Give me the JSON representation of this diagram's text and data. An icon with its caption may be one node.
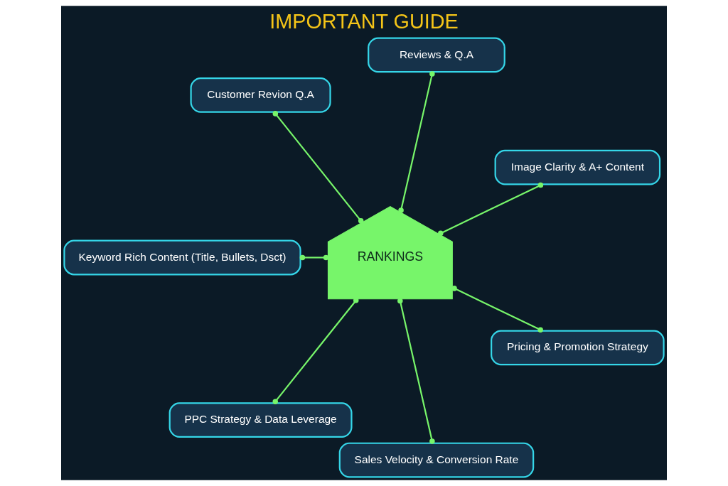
{
  "diagram": {
    "title": "IMPORTANT GUIDE",
    "nodes": [
      {
        "text": [
          "RANKINGS"
        ]
      },
      {
        "text": [
          "Image Clarity & A+ Content"
        ]
      },
      {
        "text": [
          "Reviews & Q.A"
        ]
      },
      {
        "text": [
          "Customer Revion Q.A"
        ]
      },
      {
        "text": [
          "Keyword Rich Content (Title, Bullets, Dsct)"
        ]
      },
      {
        "text": [
          "PPC Strategy & Data Leverage"
        ]
      },
      {
        "text": [
          "Sales Velocity & Conversion Rate"
        ]
      },
      {
        "text": [
          "Pricing & Promotion Strategy"
        ]
      }
    ],
    "edges": [
      {
        "from": 0,
        "to": 1,
        "arrow": "other"
      },
      {
        "from": 0,
        "to": 2,
        "arrow": "other"
      },
      {
        "from": 0,
        "to": 3,
        "arrow": "other"
      },
      {
        "from": 0,
        "to": 4,
        "arrow": "other"
      },
      {
        "from": 0,
        "to": 5,
        "arrow": "other"
      },
      {
        "from": 0,
        "to": 6,
        "arrow": "other"
      },
      {
        "from": 0,
        "to": 7,
        "arrow": "other"
      }
    ]
  }
}
